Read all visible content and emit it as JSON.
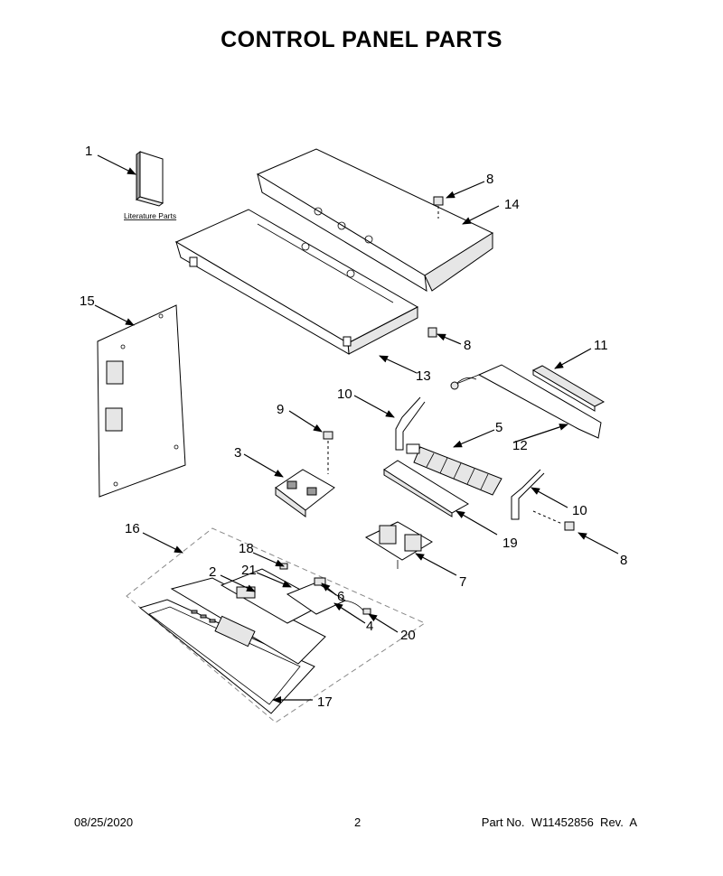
{
  "title": "CONTROL PANEL PARTS",
  "literature_label": "Literature Parts",
  "callouts": [
    {
      "id": "c1",
      "label": "1"
    },
    {
      "id": "c2",
      "label": "2"
    },
    {
      "id": "c3",
      "label": "3"
    },
    {
      "id": "c4",
      "label": "4"
    },
    {
      "id": "c5",
      "label": "5"
    },
    {
      "id": "c6",
      "label": "6"
    },
    {
      "id": "c7",
      "label": "7"
    },
    {
      "id": "c8a",
      "label": "8"
    },
    {
      "id": "c8b",
      "label": "8"
    },
    {
      "id": "c8c",
      "label": "8"
    },
    {
      "id": "c9",
      "label": "9"
    },
    {
      "id": "c10a",
      "label": "10"
    },
    {
      "id": "c10b",
      "label": "10"
    },
    {
      "id": "c11",
      "label": "11"
    },
    {
      "id": "c12",
      "label": "12"
    },
    {
      "id": "c13",
      "label": "13"
    },
    {
      "id": "c14",
      "label": "14"
    },
    {
      "id": "c15",
      "label": "15"
    },
    {
      "id": "c16",
      "label": "16"
    },
    {
      "id": "c17",
      "label": "17"
    },
    {
      "id": "c18",
      "label": "18"
    },
    {
      "id": "c19",
      "label": "19"
    },
    {
      "id": "c20",
      "label": "20"
    },
    {
      "id": "c21",
      "label": "21"
    }
  ],
  "footer": {
    "date": "08/25/2020",
    "page": "2",
    "part_number": "Part No.  W11452856  Rev.  A"
  }
}
